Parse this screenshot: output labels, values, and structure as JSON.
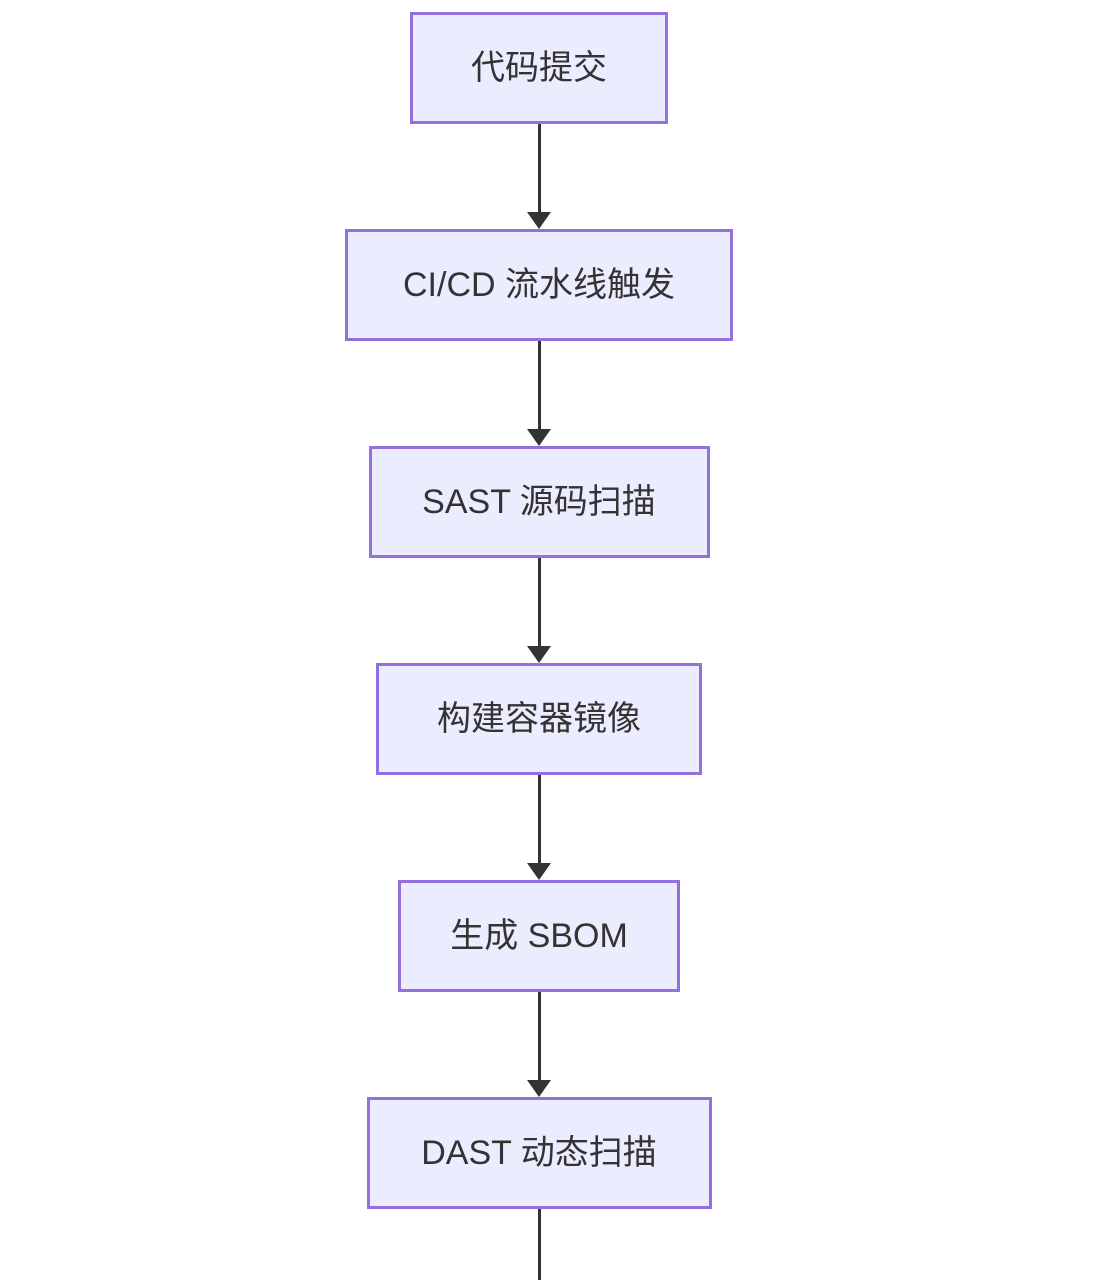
{
  "flowchart": {
    "type": "flowchart",
    "direction": "top-down",
    "nodes": [
      {
        "label": "代码提交"
      },
      {
        "label": "CI/CD 流水线触发"
      },
      {
        "label": "SAST 源码扫描"
      },
      {
        "label": "构建容器镜像"
      },
      {
        "label": "生成 SBOM"
      },
      {
        "label": "DAST 动态扫描"
      }
    ],
    "edges": [
      {
        "from": "代码提交",
        "to": "CI/CD 流水线触发"
      },
      {
        "from": "CI/CD 流水线触发",
        "to": "SAST 源码扫描"
      },
      {
        "from": "SAST 源码扫描",
        "to": "构建容器镜像"
      },
      {
        "from": "构建容器镜像",
        "to": "生成 SBOM"
      },
      {
        "from": "生成 SBOM",
        "to": "DAST 动态扫描"
      },
      {
        "from": "DAST 动态扫描",
        "to": "(continues below, cut off)"
      }
    ],
    "continues_below": true,
    "colors": {
      "node_fill": "#ECECFF",
      "node_border": "#9370DB",
      "node_text": "#333333",
      "edge": "#333333",
      "background": "#FFFFFF"
    }
  }
}
